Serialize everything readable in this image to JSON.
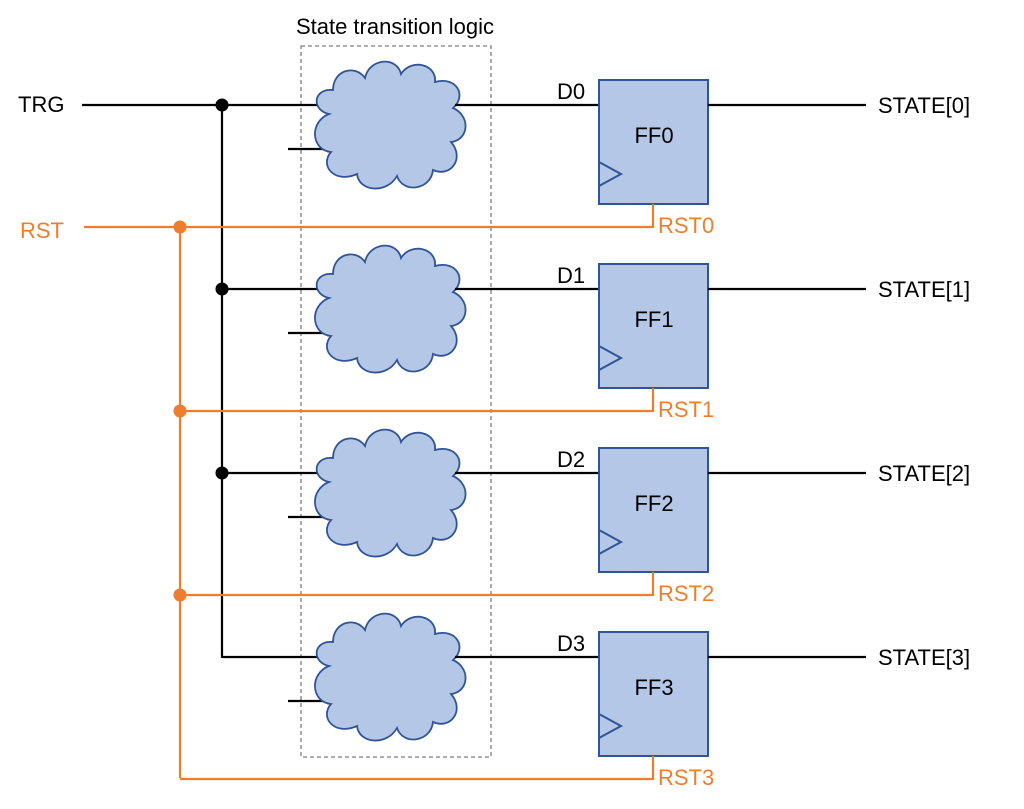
{
  "title": "State transition logic",
  "inputs": {
    "trg": "TRG",
    "rst": "RST"
  },
  "colors": {
    "wire": "#000000",
    "reset": "#ed7d31",
    "block_fill": "#b4c7e7",
    "block_stroke": "#2f5597",
    "dashed": "#7f7f7f"
  },
  "stages": [
    {
      "d": "D0",
      "ff": "FF0",
      "rst": "RST0",
      "out": "STATE[0]"
    },
    {
      "d": "D1",
      "ff": "FF1",
      "rst": "RST1",
      "out": "STATE[1]"
    },
    {
      "d": "D2",
      "ff": "FF2",
      "rst": "RST2",
      "out": "STATE[2]"
    },
    {
      "d": "D3",
      "ff": "FF3",
      "rst": "RST3",
      "out": "STATE[3]"
    }
  ]
}
